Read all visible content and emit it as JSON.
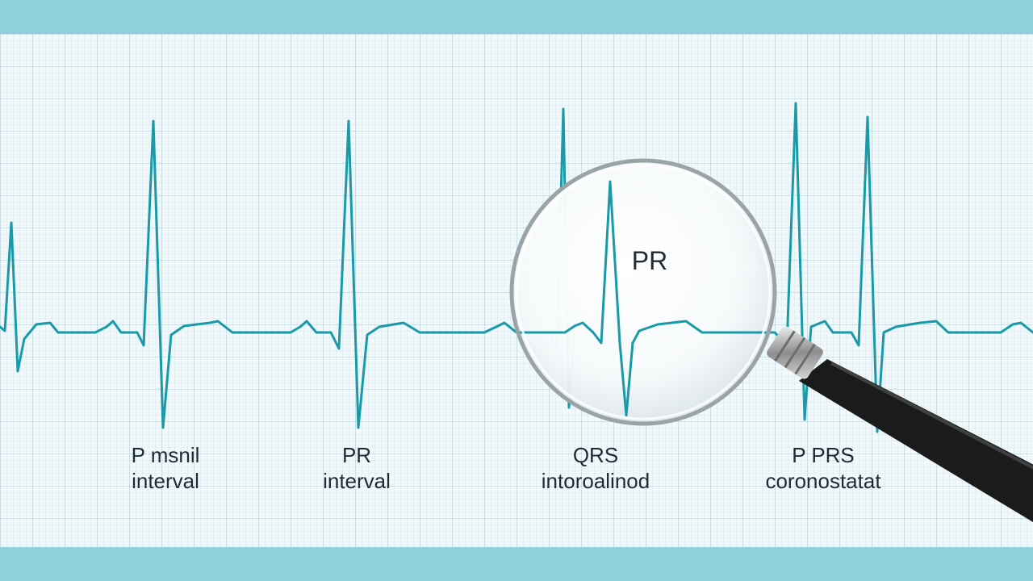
{
  "colors": {
    "band": "#8fd0dd",
    "trace": "#1a9aa8",
    "grid_background": "#f0f8fa",
    "handle": "#1b1b1b",
    "lens_rim": "#9aa3a6",
    "text": "#1f2a33"
  },
  "magnifier": {
    "label": "PR",
    "icon": "magnifying-glass-icon"
  },
  "labels": [
    {
      "line1": "P msnil",
      "line2": "interval"
    },
    {
      "line1": "PR",
      "line2": "interval"
    },
    {
      "line1": "QRS",
      "line2": "intoroalinod"
    },
    {
      "line1": "P PRS",
      "line2": "coronostatat"
    }
  ]
}
